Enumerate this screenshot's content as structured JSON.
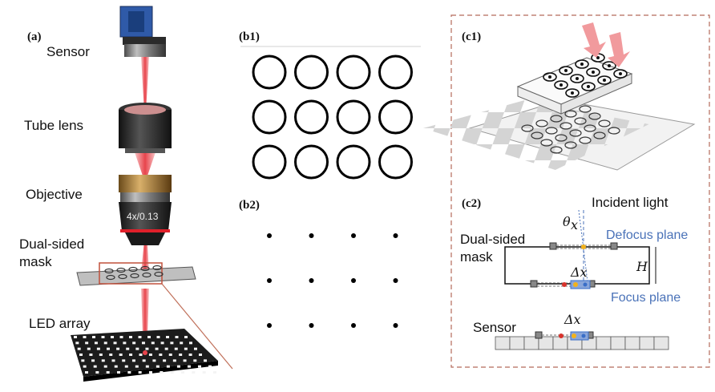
{
  "panels": {
    "a": "(a)",
    "b1": "(b1)",
    "b2": "(b2)",
    "c1": "(c1)",
    "c2": "(c2)"
  },
  "labels_a": {
    "sensor": "Sensor",
    "tube_lens": "Tube lens",
    "objective": "Objective",
    "objective_marking": "4x/0.13",
    "mask_line1": "Dual-sided",
    "mask_line2": "mask",
    "led_array": "LED array"
  },
  "labels_c2": {
    "incident_light": "Incident light",
    "theta": "θ",
    "theta_sub": "x",
    "defocus_plane": "Defocus plane",
    "focus_plane": "Focus plane",
    "mask_line1": "Dual-sided",
    "mask_line2": "mask",
    "H": "H",
    "dx_mask": "Δx",
    "sensor": "Sensor",
    "dx_sensor": "Δx"
  },
  "colors": {
    "beam": "#e8444c",
    "beam_light": "#f4a0a4",
    "arrow_pink": "#f19a9d",
    "dashed_box": "#b46a5a",
    "blue_text": "#4a72b8",
    "dot_yellow": "#f2b21c",
    "dot_blue": "#3a6ec7",
    "dot_red": "#d8332c"
  },
  "icons": {
    "sensor": "camera-sensor-icon",
    "tube_lens": "tube-lens-icon",
    "objective": "objective-lens-icon",
    "mask": "mask-plate-icon",
    "led": "led-array-icon"
  }
}
